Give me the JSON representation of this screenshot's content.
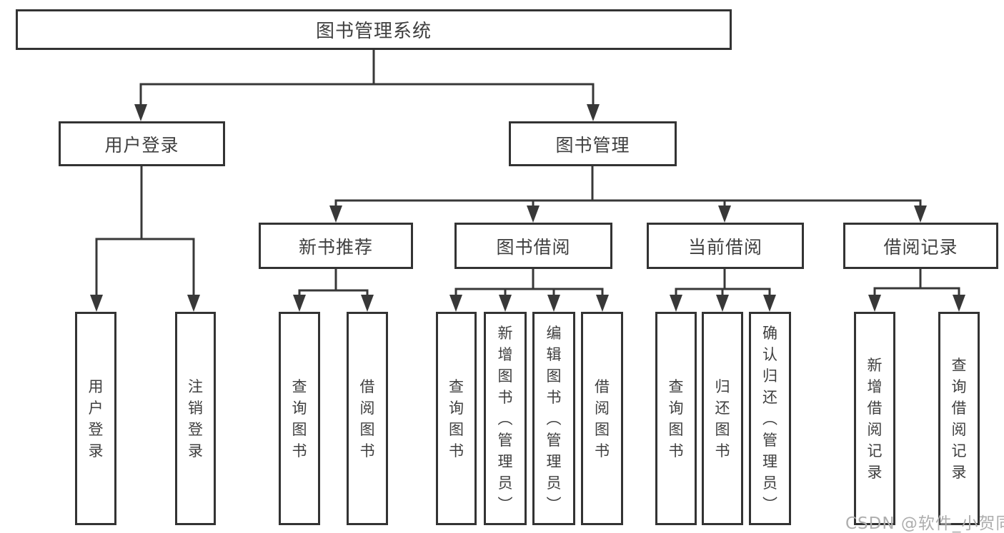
{
  "colors": {
    "line": "#383838",
    "box_border": "#333333",
    "text": "#3f3f3f",
    "background": "#ffffff",
    "watermark": "#aeaeae"
  },
  "watermark": "CSDN @软件_小贺同学",
  "tree": {
    "root": {
      "label": "图书管理系统"
    },
    "branches": [
      {
        "label": "用户登录",
        "children": [
          "用户登录",
          "注销登录"
        ]
      },
      {
        "label": "图书管理",
        "groups": [
          {
            "label": "新书推荐",
            "children": [
              "查询图书",
              "借阅图书"
            ]
          },
          {
            "label": "图书借阅",
            "children": [
              "查询图书",
              "新增图书（管理员）",
              "编辑图书（管理员）",
              "借阅图书"
            ]
          },
          {
            "label": "当前借阅",
            "children": [
              "查询图书",
              "归还图书",
              "确认归还（管理员）"
            ]
          },
          {
            "label": "借阅记录",
            "children": [
              "新增借阅记录",
              "查询借阅记录"
            ]
          }
        ]
      }
    ]
  }
}
